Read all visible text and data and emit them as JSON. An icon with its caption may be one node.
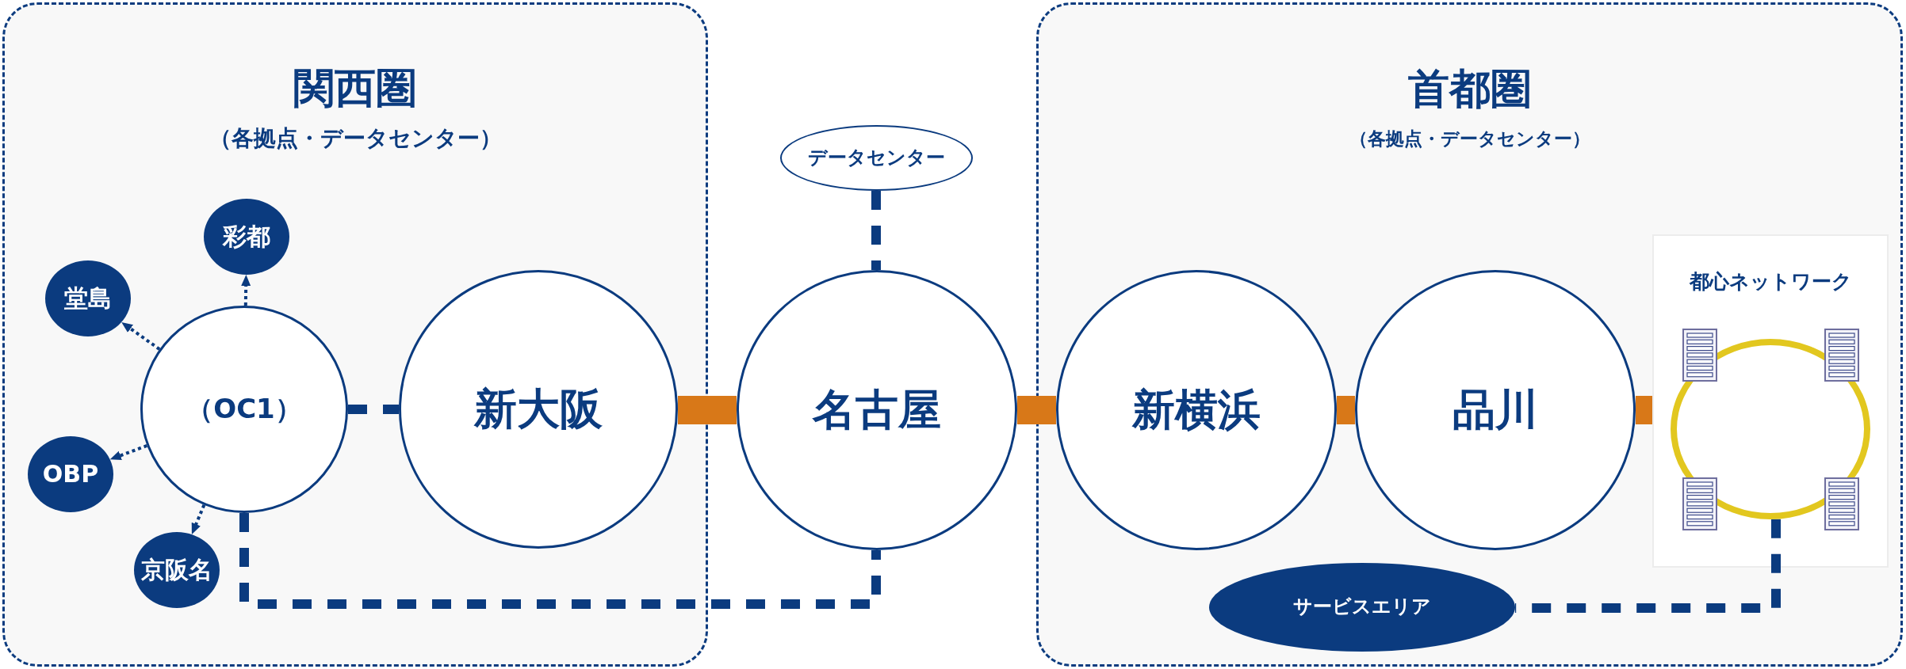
{
  "diagram": {
    "nodes": [
      {
        "text": [
          "関西圏",
          "（各拠点・データセンター）"
        ]
      },
      {
        "text": [
          "彩都"
        ],
        "in": 0
      },
      {
        "text": [
          "堂島"
        ],
        "in": 0
      },
      {
        "text": [
          "（OC1）"
        ],
        "in": 0
      },
      {
        "text": [
          "OBP"
        ],
        "in": 0
      },
      {
        "text": [
          "京阪名"
        ],
        "in": 0
      },
      {
        "text": [
          "新大阪"
        ],
        "in": 0
      },
      {
        "text": [
          "データセンター"
        ]
      },
      {
        "text": [
          "名古屋"
        ]
      },
      {
        "text": [
          "首都圏",
          "（各拠点・データセンター）"
        ]
      },
      {
        "text": [
          "新横浜"
        ],
        "in": 9
      },
      {
        "text": [
          "品川"
        ],
        "in": 9
      },
      {
        "text": [
          "都心ネットワーク"
        ],
        "in": 9
      },
      {
        "text": [],
        "shape": "circle",
        "in": 12
      },
      {
        "text": [
          "サービスエリア"
        ],
        "in": 9
      }
    ],
    "edges": [
      {
        "from": 3,
        "to": 1,
        "arrow": "to",
        "style": "dashed"
      },
      {
        "from": 3,
        "to": 2,
        "arrow": "to",
        "style": "dashed"
      },
      {
        "from": 3,
        "to": 4,
        "arrow": "to",
        "style": "dashed"
      },
      {
        "from": 3,
        "to": 5,
        "arrow": "to",
        "style": "dashed"
      },
      {
        "from": 3,
        "to": 6,
        "arrow": "none",
        "style": "dashed"
      },
      {
        "from": 6,
        "to": 8,
        "arrow": "none",
        "style": "thick",
        "color": "#d87818"
      },
      {
        "from": 7,
        "to": 8,
        "arrow": "none",
        "style": "dashed"
      },
      {
        "from": 8,
        "to": 10,
        "arrow": "none",
        "style": "thick",
        "color": "#d87818"
      },
      {
        "from": 10,
        "to": 11,
        "arrow": "none",
        "style": "thick",
        "color": "#d87818"
      },
      {
        "from": 11,
        "to": 12,
        "arrow": "none",
        "style": "thick",
        "color": "#d87818"
      },
      {
        "from": 3,
        "to": 8,
        "arrow": "none",
        "style": "dashed"
      },
      {
        "from": 13,
        "to": 14,
        "arrow": "none",
        "style": "dashed"
      }
    ]
  }
}
